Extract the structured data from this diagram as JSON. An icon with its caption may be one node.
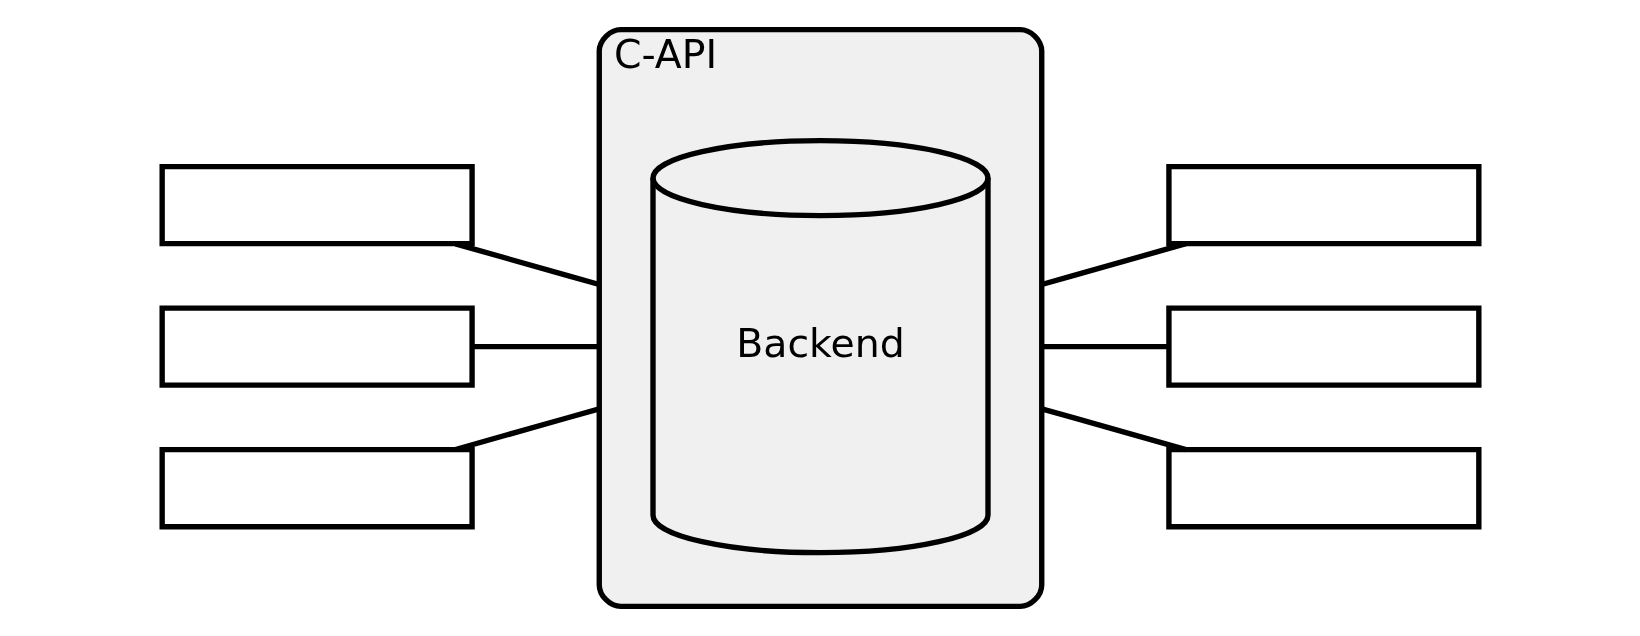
{
  "diagram": {
    "nodes": [
      {
        "text": [
          "C-API"
        ]
      },
      {
        "text": [
          "Backend"
        ],
        "in": 0
      },
      {
        "text": [],
        "shape": "box"
      },
      {
        "text": [],
        "shape": "box"
      },
      {
        "text": [],
        "shape": "box"
      },
      {
        "text": [],
        "shape": "box"
      },
      {
        "text": [],
        "shape": "box"
      },
      {
        "text": [],
        "shape": "box"
      }
    ],
    "edges": [
      {
        "from": 2,
        "to": 0,
        "arrow": "none"
      },
      {
        "from": 3,
        "to": 0,
        "arrow": "none"
      },
      {
        "from": 4,
        "to": 0,
        "arrow": "none"
      },
      {
        "from": 0,
        "to": 5,
        "arrow": "none"
      },
      {
        "from": 0,
        "to": 6,
        "arrow": "none"
      },
      {
        "from": 0,
        "to": 7,
        "arrow": "none"
      }
    ]
  }
}
